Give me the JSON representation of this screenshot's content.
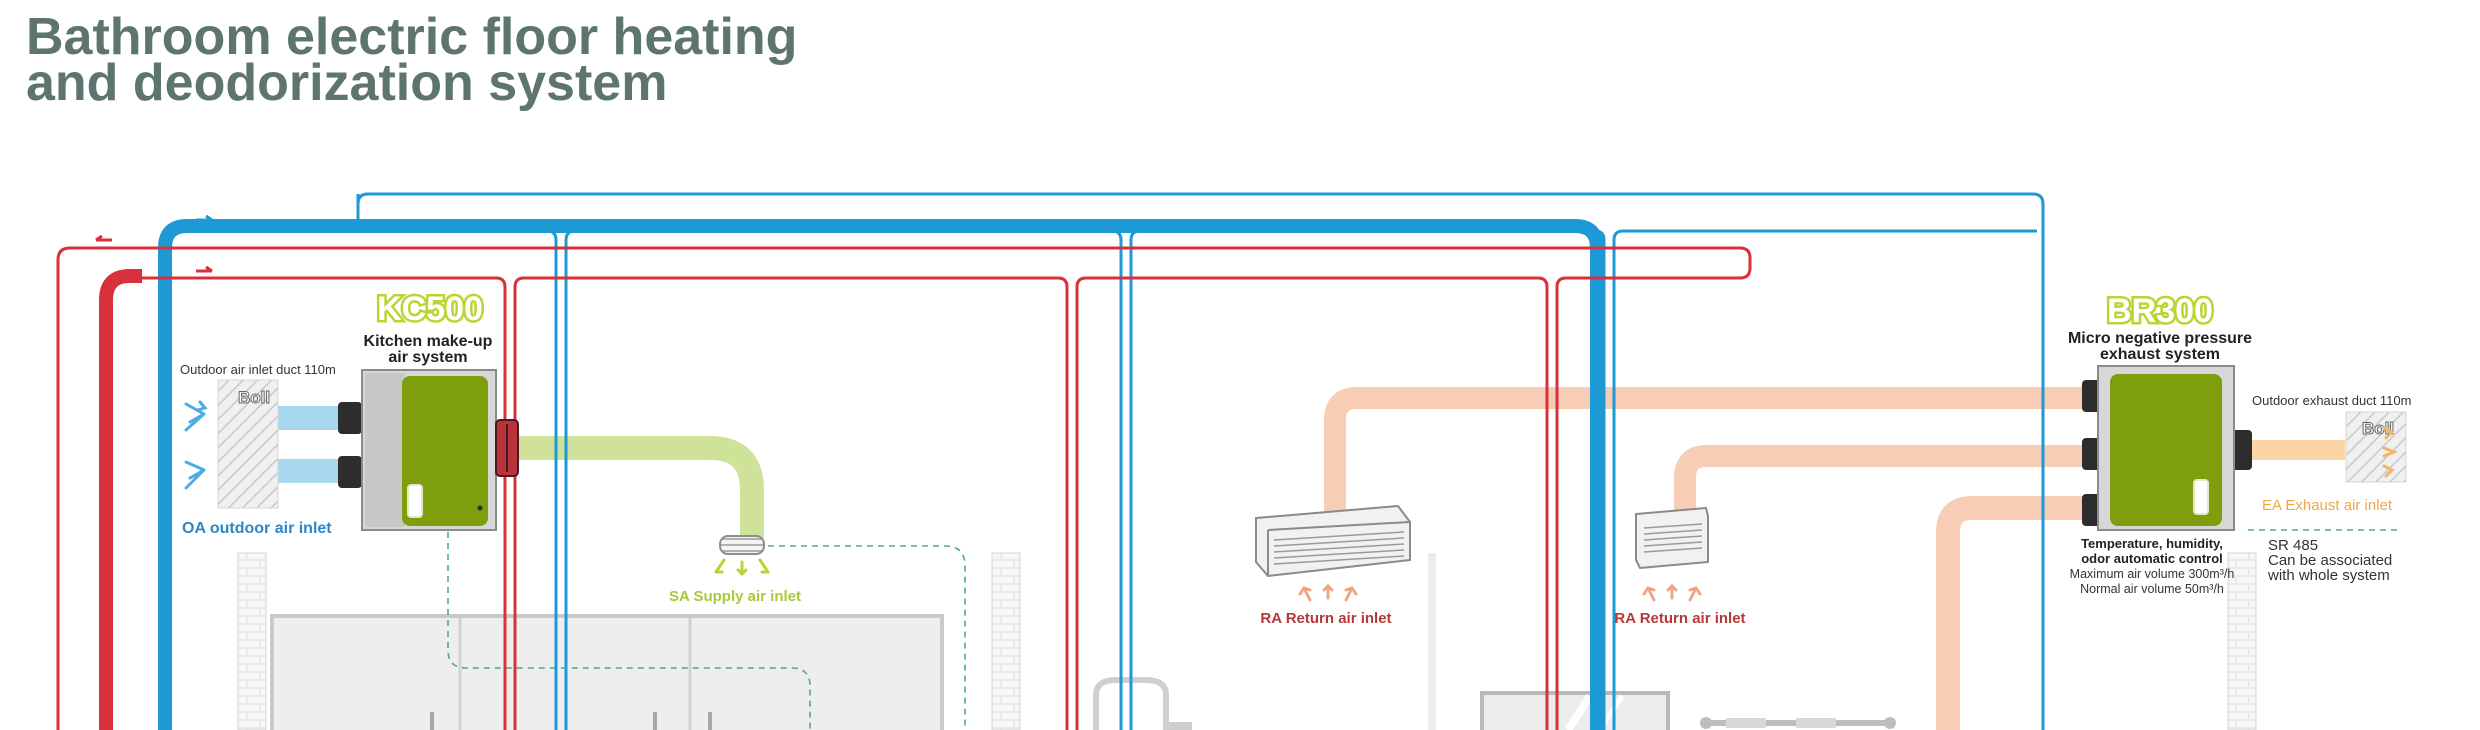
{
  "title": {
    "line1": "Bathroom electric floor heating",
    "line2": "and deodorization system"
  },
  "kc500": {
    "model": "KC500",
    "name_line1": "Kitchen make-up",
    "name_line2": "air system",
    "outdoor_duct": "Outdoor air inlet duct 110m",
    "grille_logo": "Boll",
    "oa_label": "OA outdoor air inlet",
    "sa_label": "SA Supply air inlet"
  },
  "br300": {
    "model": "BR300",
    "name_line1": "Micro negative pressure",
    "name_line2": "exhaust system",
    "exhaust_duct": "Outdoor exhaust duct 110m",
    "grille_logo": "Boll",
    "ea_label": "EA Exhaust air inlet",
    "ctrl_line1": "Temperature, humidity,",
    "ctrl_line2": "odor automatic control",
    "max_volume": "Maximum air volume 300m³/h",
    "normal_volume": "Normal air volume 50m³/h",
    "sr_line1": "SR 485",
    "sr_line2": "Can be associated",
    "sr_line3": "with whole system"
  },
  "ra_label_1": "RA Return air inlet",
  "ra_label_2": "RA Return air inlet",
  "colors": {
    "title": "#5e7471",
    "blue_pipe": "#1d9ad6",
    "red_pipe": "#d8303c",
    "unit_green": "#7f9e0b",
    "model_badge": "#bcd433",
    "supply_duct": "#cfe29a",
    "return_duct": "#f8cdb5",
    "exhaust_duct": "#fbd5a6",
    "oa_text": "#2f86c6",
    "sa_text": "#a7c93a",
    "ra_text": "#b43a3a",
    "ea_text": "#f0a64a"
  },
  "icons": {
    "fresh_air_arrows": "wind-arrow-icon",
    "exhaust_arrows": "chevron-right-icon",
    "return_arrows": "arrow-up-icon",
    "grille": "louver-grille-icon"
  }
}
